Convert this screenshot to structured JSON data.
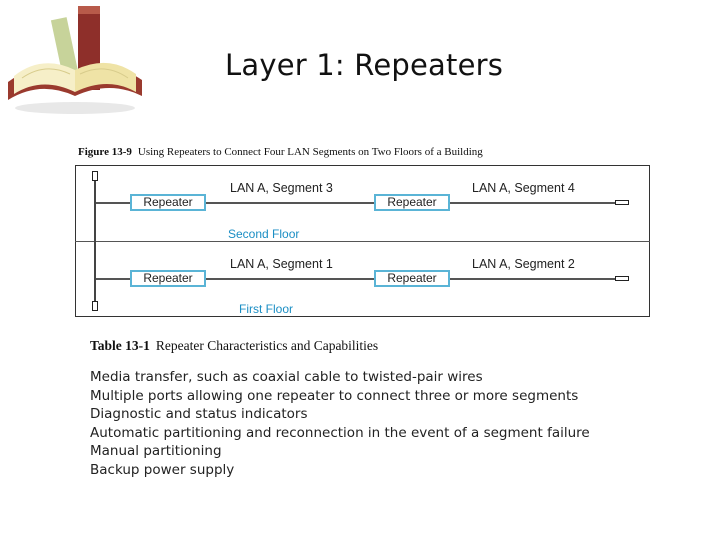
{
  "slide": {
    "title": "Layer 1: Repeaters"
  },
  "figure": {
    "label": "Figure 13-9",
    "caption": "Using Repeaters to Connect Four LAN Segments on Two Floors of a Building",
    "repeater_label": "Repeater",
    "segments": {
      "s1": "LAN A, Segment 1",
      "s2": "LAN A, Segment 2",
      "s3": "LAN A, Segment 3",
      "s4": "LAN A, Segment 4"
    },
    "floors": {
      "second": "Second Floor",
      "first": "First Floor"
    },
    "colors": {
      "repeater_border": "#5ab4d6",
      "floor_label": "#1b8ec4"
    }
  },
  "table": {
    "label": "Table 13-1",
    "title": "Repeater Characteristics and Capabilities",
    "items": [
      "Media transfer, such as coaxial cable to twisted-pair wires",
      "Multiple ports allowing one repeater to connect three or more segments",
      "Diagnostic and status indicators",
      "Automatic partitioning and reconnection in the event of a segment failure",
      "Manual partitioning",
      "Backup power supply"
    ]
  }
}
